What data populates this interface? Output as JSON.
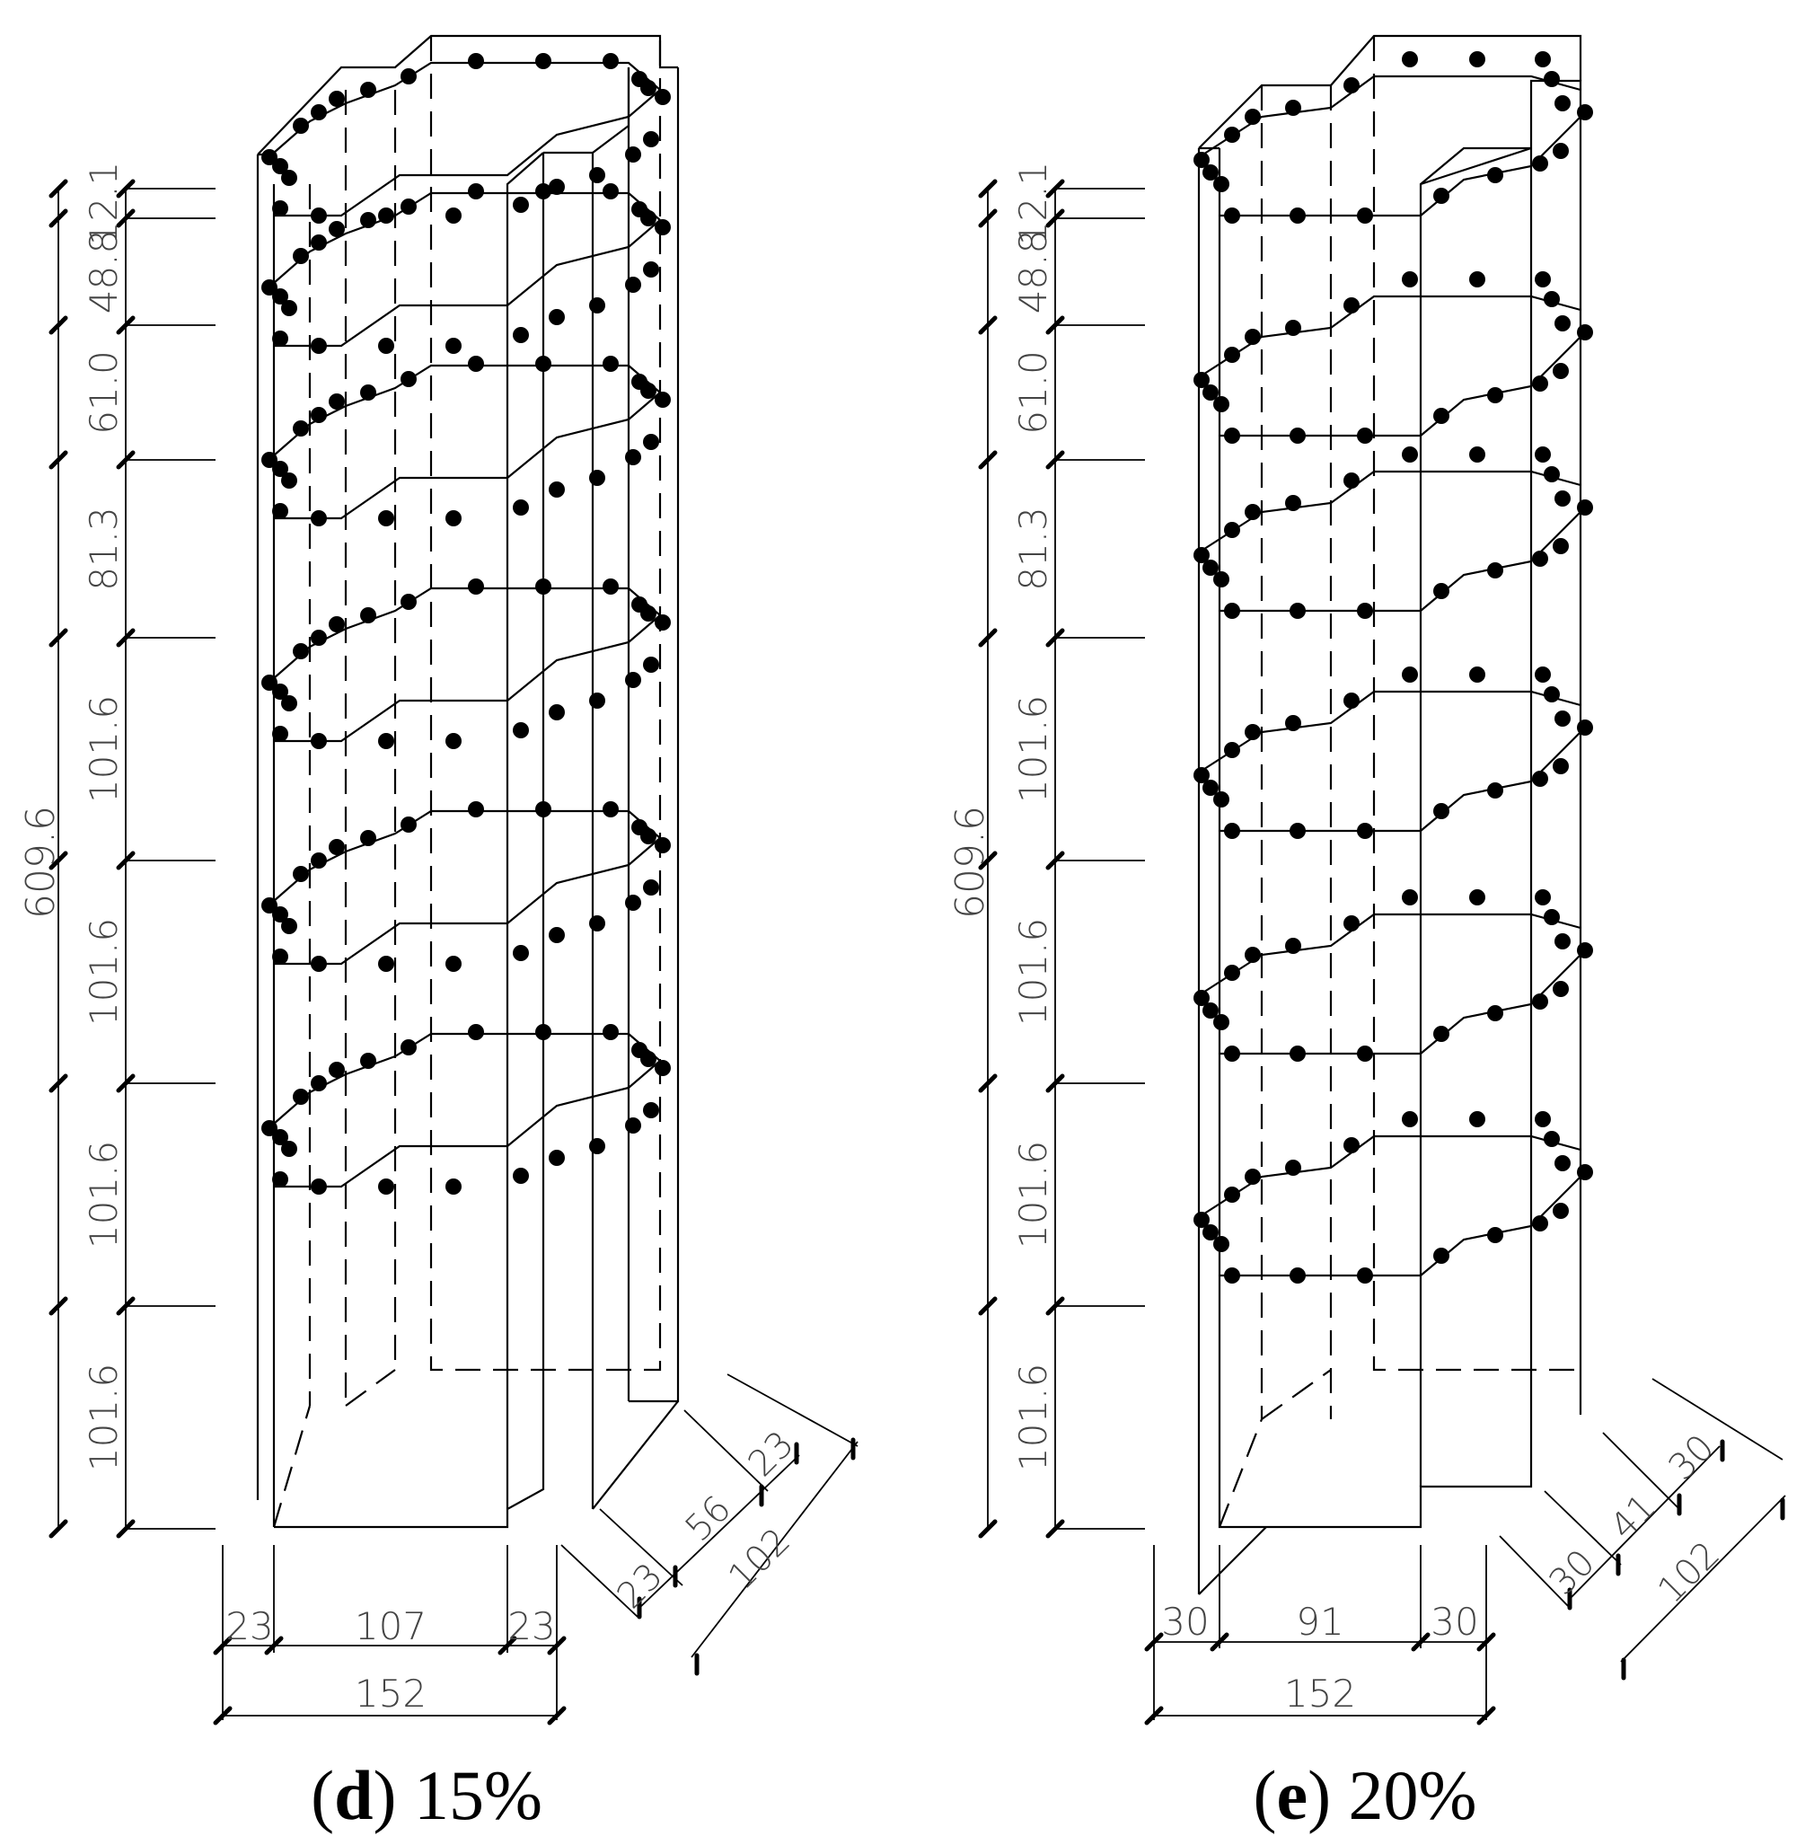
{
  "panels": [
    {
      "id": "d",
      "caption_letter": "d",
      "caption_value": "15%",
      "height_total": "609.6",
      "height_segments": [
        "12.1",
        "48.8",
        "61.0",
        "81.3",
        "101.6",
        "101.6",
        "101.6",
        "101.6"
      ],
      "width_segments": [
        "23",
        "107",
        "23"
      ],
      "width_total": "152",
      "depth_segments": [
        "23",
        "56",
        "23"
      ],
      "depth_total": "102"
    },
    {
      "id": "e",
      "caption_letter": "e",
      "caption_value": "20%",
      "height_total": "609.6",
      "height_segments": [
        "12.1",
        "48.8",
        "61.0",
        "81.3",
        "101.6",
        "101.6",
        "101.6",
        "101.6"
      ],
      "width_segments": [
        "30",
        "91",
        "30"
      ],
      "width_total": "152",
      "depth_segments": [
        "30",
        "41",
        "30"
      ],
      "depth_total": "102"
    }
  ]
}
